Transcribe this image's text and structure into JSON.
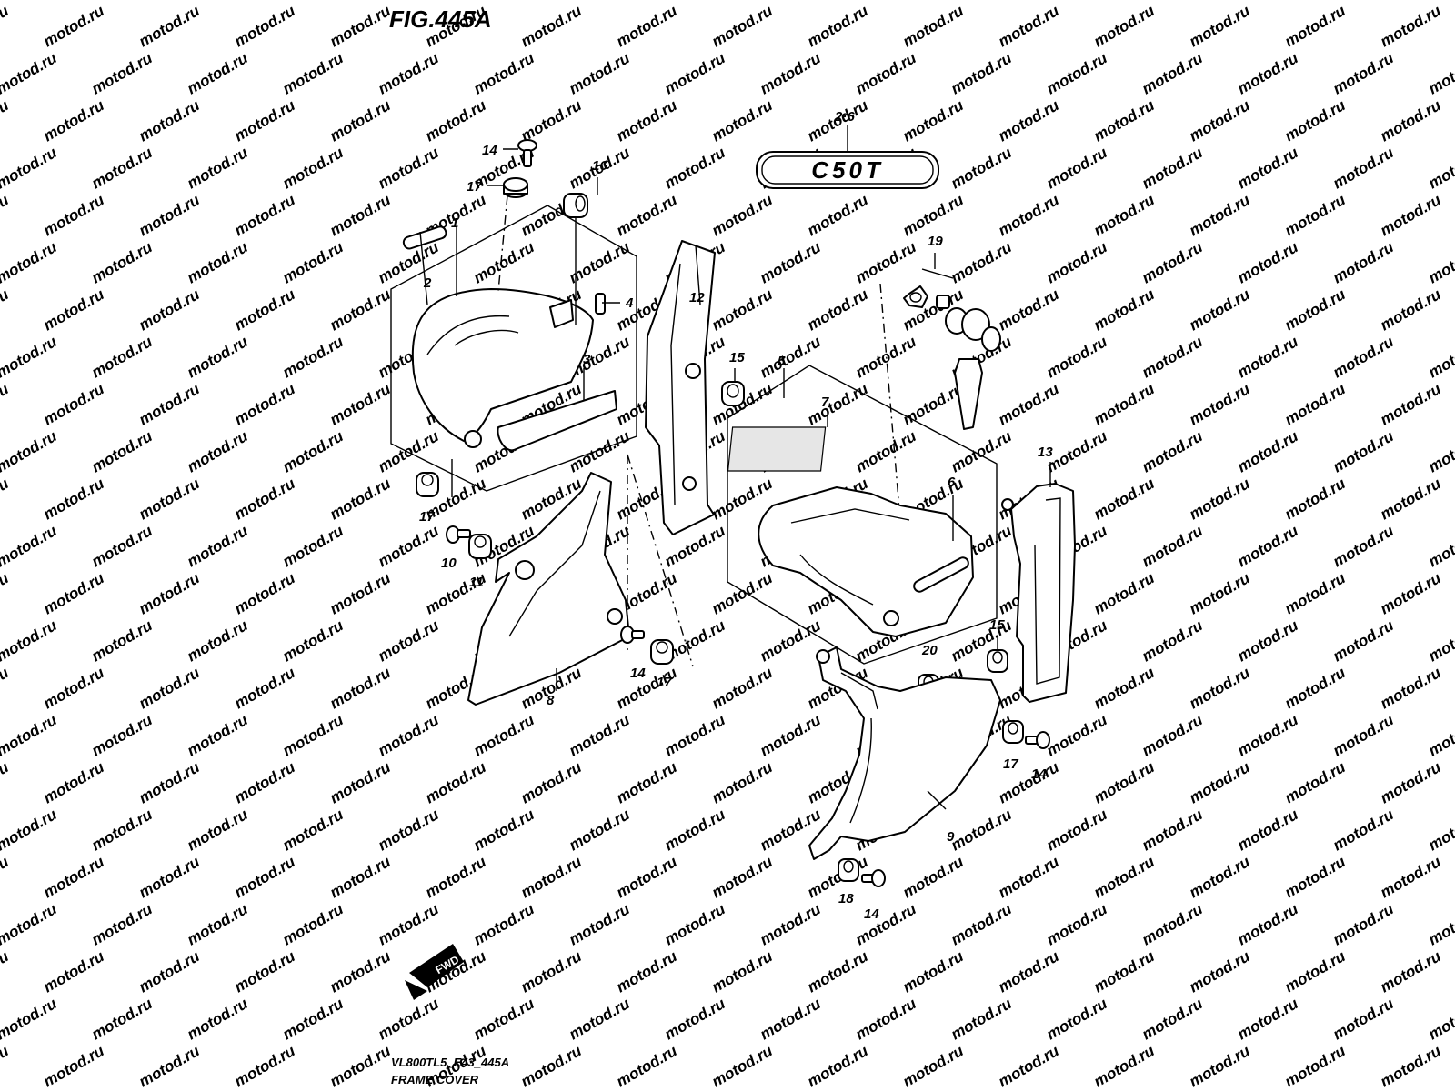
{
  "figure": {
    "title": "FIG.445A",
    "model_code": "VL800TL5_E43_445A",
    "caption": "FRAME COVER"
  },
  "watermark": {
    "text": "motod.ru"
  },
  "emblem": {
    "text": "C50T"
  },
  "fwd_arrow": {
    "label": "FWD"
  },
  "callouts": {
    "c1": "1",
    "c2": "2",
    "c3": "3",
    "c4": "4",
    "c5": "5",
    "c6": "6",
    "c7": "7",
    "c8": "8",
    "c9": "9",
    "c10": "10",
    "c11": "11",
    "c12": "12",
    "c13": "13",
    "c14a": "14",
    "c14b": "14",
    "c14c": "14",
    "c14d": "14",
    "c15a": "15",
    "c15b": "15",
    "c16": "16",
    "c17a": "17",
    "c17b": "17",
    "c17c": "17",
    "c17d": "17",
    "c18": "18",
    "c19": "19",
    "c20": "20",
    "c26": "2·6"
  }
}
